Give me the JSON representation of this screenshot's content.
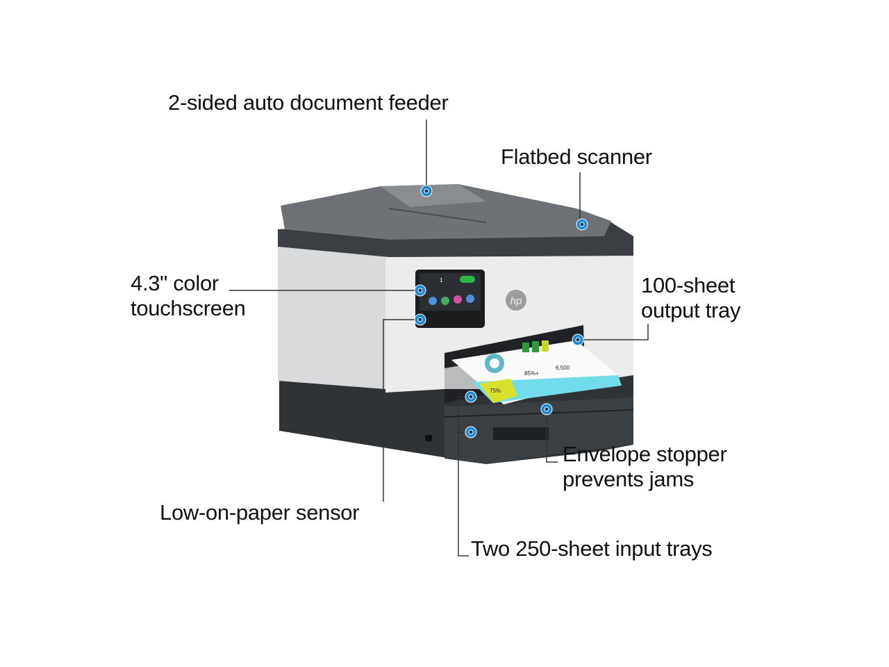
{
  "callouts": {
    "adf": "2-sided auto document feeder",
    "flatbed": "Flatbed scanner",
    "touchscreen_line1": "4.3\" color",
    "touchscreen_line2": "touchscreen",
    "output_tray_line1": "100-sheet",
    "output_tray_line2": "output tray",
    "envelope_line1": "Envelope stopper",
    "envelope_line2": "prevents jams",
    "sensor": "Low-on-paper sensor",
    "input_trays": "Two 250-sheet input trays"
  },
  "printer": {
    "brand": "hp",
    "accent_color": "#1e88d0",
    "screen_counter": "1",
    "paper_stats": [
      "75%",
      "85%+",
      "6,500"
    ]
  }
}
